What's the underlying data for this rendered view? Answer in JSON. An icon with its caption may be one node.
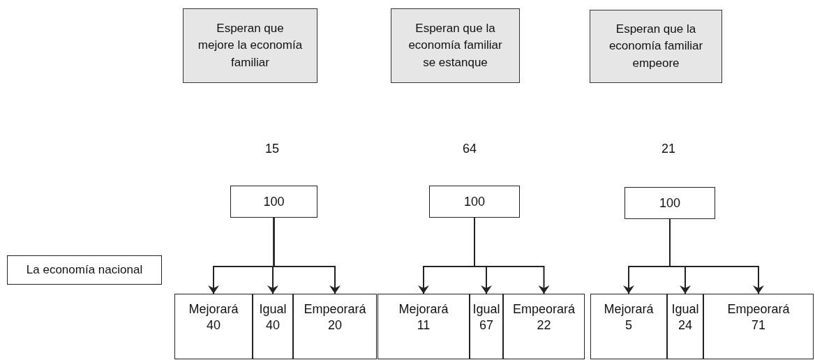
{
  "diagram": {
    "nodes": [
      {
        "text": [
          "Esperan que mejore la economía familiar"
        ]
      },
      {
        "text": [
          "Esperan que la economía familiar se estanque"
        ]
      },
      {
        "text": [
          "Esperan que la economía familiar empeore"
        ]
      },
      {
        "text": [
          "La economía nacional"
        ]
      },
      {
        "text": [
          "100"
        ]
      },
      {
        "text": [
          "Mejorará",
          "40"
        ]
      },
      {
        "text": [
          "Igual",
          "40"
        ]
      },
      {
        "text": [
          "Empeorará",
          "20"
        ]
      },
      {
        "text": [
          "100"
        ]
      },
      {
        "text": [
          "Mejorará",
          "11"
        ]
      },
      {
        "text": [
          "Igual",
          "67"
        ]
      },
      {
        "text": [
          "Empeorará",
          "22"
        ]
      },
      {
        "text": [
          "100"
        ]
      },
      {
        "text": [
          "Mejorará",
          "5"
        ]
      },
      {
        "text": [
          "Igual",
          "24"
        ]
      },
      {
        "text": [
          "Empeorará",
          "71"
        ]
      }
    ],
    "edges": [
      {
        "from": 4,
        "to": 5,
        "arrow": "to"
      },
      {
        "from": 4,
        "to": 6,
        "arrow": "to"
      },
      {
        "from": 4,
        "to": 7,
        "arrow": "to"
      },
      {
        "from": 8,
        "to": 9,
        "arrow": "to"
      },
      {
        "from": 8,
        "to": 10,
        "arrow": "to"
      },
      {
        "from": 8,
        "to": 11,
        "arrow": "to"
      },
      {
        "from": 12,
        "to": 13,
        "arrow": "to"
      },
      {
        "from": 12,
        "to": 14,
        "arrow": "to"
      },
      {
        "from": 12,
        "to": 15,
        "arrow": "to"
      }
    ],
    "labels": [
      "15",
      "64",
      "21"
    ]
  }
}
